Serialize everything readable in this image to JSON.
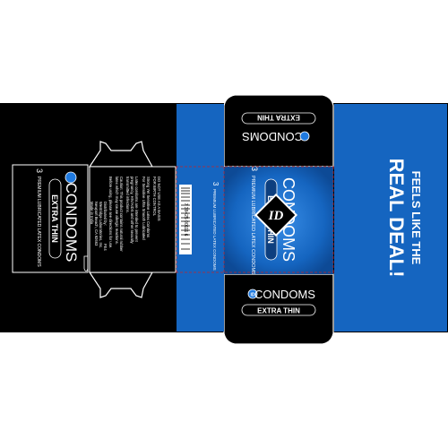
{
  "brand": {
    "logo_mark": "ID",
    "name": "CONDOMS",
    "variant": "EXTRA THIN"
  },
  "front_panel": {
    "count": "3",
    "descriptor": "PREMIUM LUBRICATED LATEX CONDOMS",
    "tagline_line1": "FEELS LIKE THE",
    "tagline_line2": "REAL DEAL!"
  },
  "back_panel": {
    "count": "3",
    "descriptor": "PREMIUM LUBRICATED LATEX CONDOMS",
    "warning_lines": [
      "DO NOT USE AS A BASIS",
      "FOR BIRTH CONTROL"
    ],
    "description_lines": [
      "Strong Yet Sensitive Latex Condoms",
      "For Sensitive Ultra Smooth Lubricated"
    ],
    "latex_note_lines": [
      "Latex condoms are intended to prevent",
      "pregnancy, HIV/AIDS and other sexually",
      "transmitted infections."
    ],
    "caution_lines": [
      "Caution: This product contains natural rubber",
      "latex which may cause allergic reactions."
    ],
    "directions": "Before using, please see directions for use.",
    "distributor_lines": [
      "Distributed by:",
      "Westridge Laboratories, Inc.",
      "Newport Beach, CA 92663",
      "Made in India"
    ],
    "code": "FE4",
    "barcode_number": "7 38425 00111 6"
  },
  "colors": {
    "background": "#000000",
    "blue": "#1565c0",
    "blue_light": "#1f7ae0",
    "white": "#ffffff",
    "dieline": "#c0262c"
  }
}
